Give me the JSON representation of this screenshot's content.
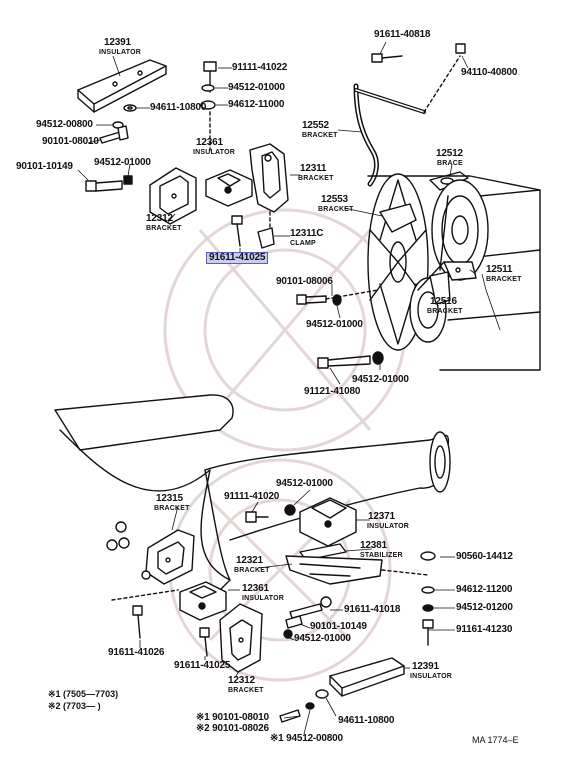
{
  "colors": {
    "ink": "#111111",
    "highlight": "#c9cdf2",
    "highlight_border": "#5a5fb0",
    "watermark": "#e4d6d6"
  },
  "labels": {
    "p12391a": "12391",
    "p12391a_sub": "INSULATOR",
    "p91611_40818": "91611-40818",
    "p94110_40800": "94110-40800",
    "p91111_41022": "91111-41022",
    "p94611_10800a": "94611-10800",
    "p94512_01000a": "94512-01000",
    "p94612_11000": "94612-11000",
    "p94512_00800": "94512-00800",
    "p90101_08010": "90101-08010",
    "p12361a": "12361",
    "p12361a_sub": "INSULATOR",
    "p12552": "12552",
    "p12552_sub": "BRACKET",
    "p12512": "12512",
    "p12512_sub": "BRACE",
    "p90101_10149a": "90101-10149",
    "p94512_01000b": "94512-01000",
    "p12311": "12311",
    "p12311_sub": "BRACKET",
    "p12312a": "12312",
    "p12312a_sub": "BRACKET",
    "p12553": "12553",
    "p12553_sub": "BRACKET",
    "p12311c": "12311C",
    "p12311c_sub": "CLAMP",
    "p91611_41025_hl": "91611-41025",
    "p12511": "12511",
    "p12511_sub": "BRACKET",
    "p90101_08006": "90101-08006",
    "p12516": "12516",
    "p12516_sub": "BRACKET",
    "p94512_01000c": "94512-01000",
    "p91121_41080": "91121-41080",
    "p94512_01000d": "94512-01000",
    "p94512_01000e": "94512-01000",
    "p12315": "12315",
    "p12315_sub": "BRACKET",
    "p91111_41020": "91111-41020",
    "p12371": "12371",
    "p12371_sub": "INSULATOR",
    "p12381": "12381",
    "p12381_sub": "STABILIZER",
    "p12321": "12321",
    "p12321_sub": "BRACKET",
    "p90560_14412": "90560-14412",
    "p94612_11200": "94612-11200",
    "p12361b": "12361",
    "p12361b_sub": "INSULATOR",
    "p91611_41018": "91611-41018",
    "p94512_01200": "94512-01200",
    "p91611_41026": "91611-41026",
    "p90101_10149b": "90101-10149",
    "p91161_41230": "91161-41230",
    "p94512_01000f": "94512-01000",
    "p91611_41025b": "91611-41025",
    "p12312b": "12312",
    "p12312b_sub": "BRACKET",
    "p12391b": "12391",
    "p12391b_sub": "INSULATOR",
    "p90101_08010b": "※1 90101-08010",
    "p90101_08026": "※2 90101-08026",
    "p94611_10800b": "94611-10800",
    "p94512_00800b": "※1 94512-00800"
  },
  "notes": {
    "n1": "※1 (7505—7703)",
    "n2": "※2 (7703—      )",
    "code": "MA 1774–E"
  }
}
